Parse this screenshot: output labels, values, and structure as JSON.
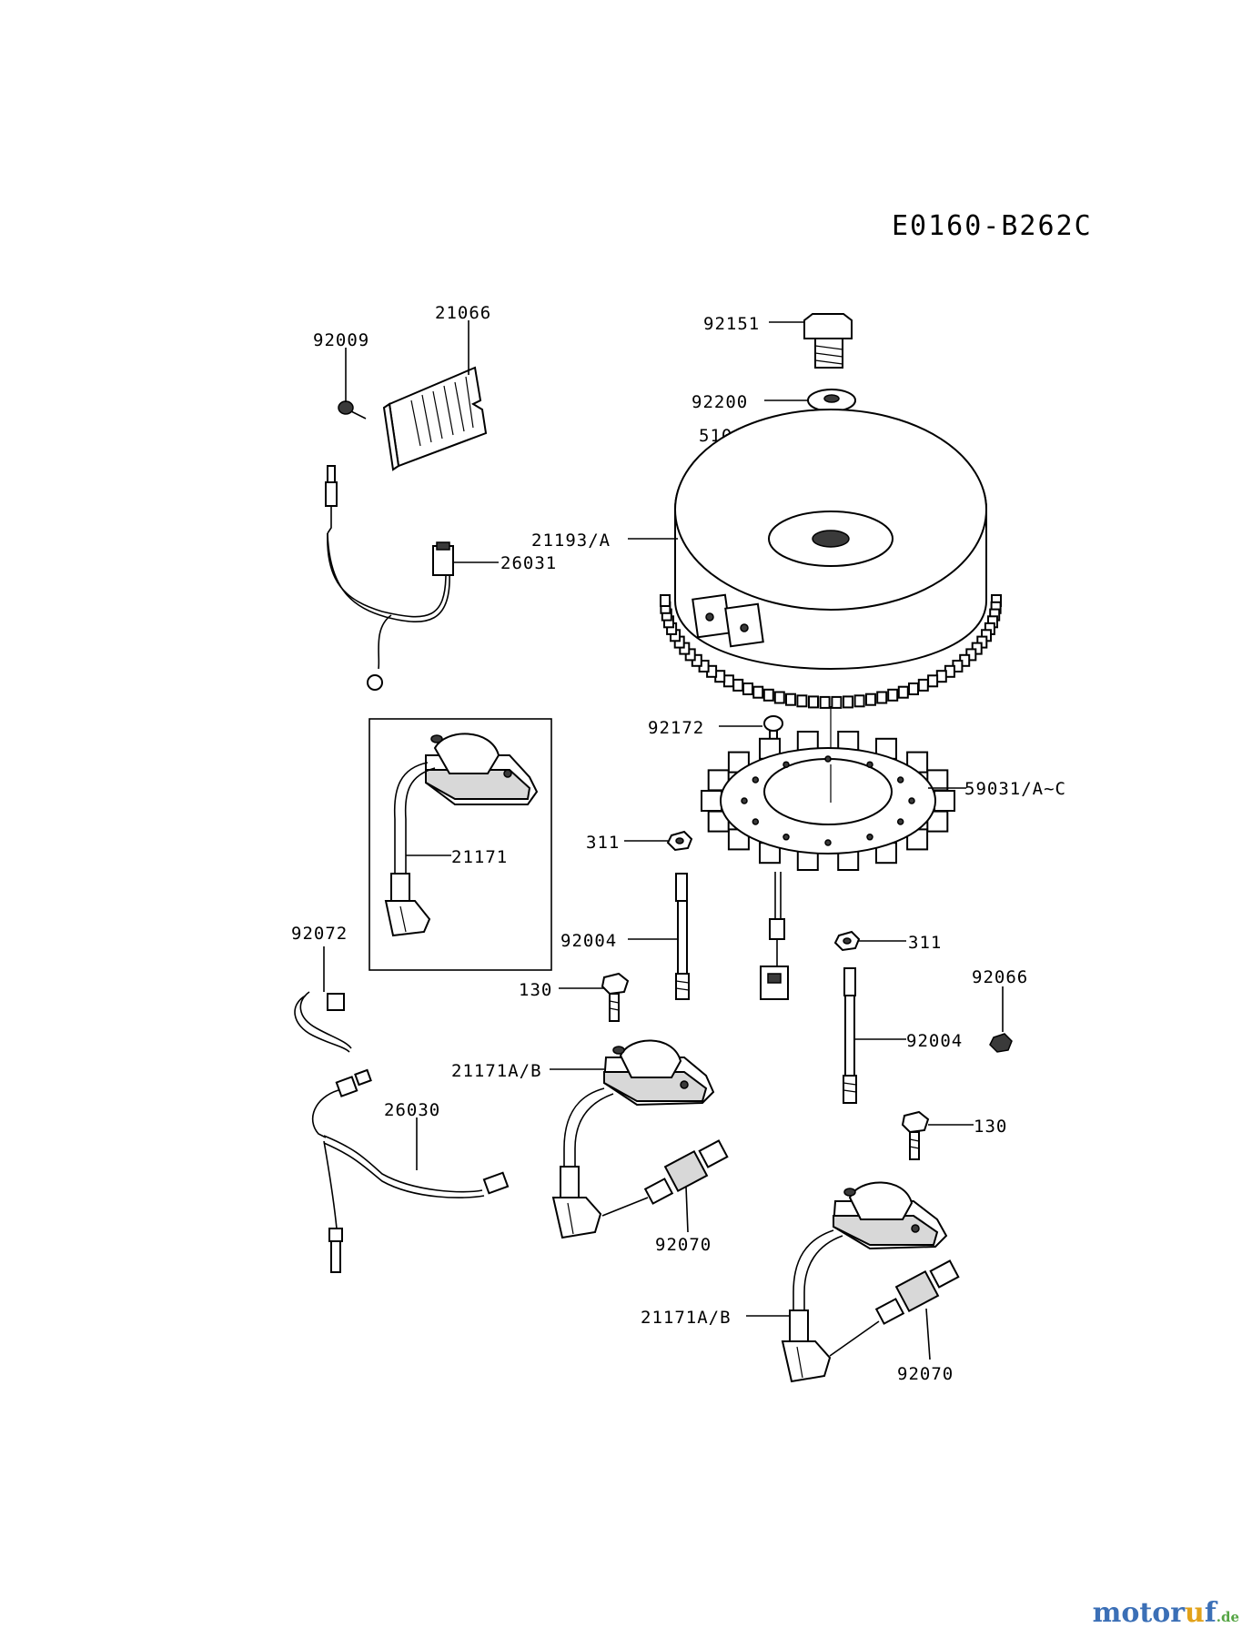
{
  "diagram_code": "E0160-B262C",
  "parts": {
    "p92151": "92151",
    "p92200": "92200",
    "p510": "510",
    "p21193": "21193/A",
    "p92009": "92009",
    "p21066": "21066",
    "p26031": "26031",
    "p92172": "92172",
    "p59031": "59031/A~C",
    "p21171": "21171",
    "p311a": "311",
    "p92004a": "92004",
    "p311b": "311",
    "p92072": "92072",
    "p92066": "92066",
    "p130a": "130",
    "p92004b": "92004",
    "p21171ab_a": "21171A/B",
    "p130b": "130",
    "p26030": "26030",
    "p92070a": "92070",
    "p21171ab_b": "21171A/B",
    "p92070b": "92070"
  },
  "watermark": {
    "part1": "motor",
    "part2": "u",
    "part3": "f",
    "part4": ".de"
  },
  "icons": [
    "bolt",
    "washer",
    "key",
    "flywheel",
    "regulator",
    "harness",
    "screw",
    "stator",
    "ignition-coil",
    "nut",
    "stud",
    "spark-plug",
    "clamp"
  ]
}
